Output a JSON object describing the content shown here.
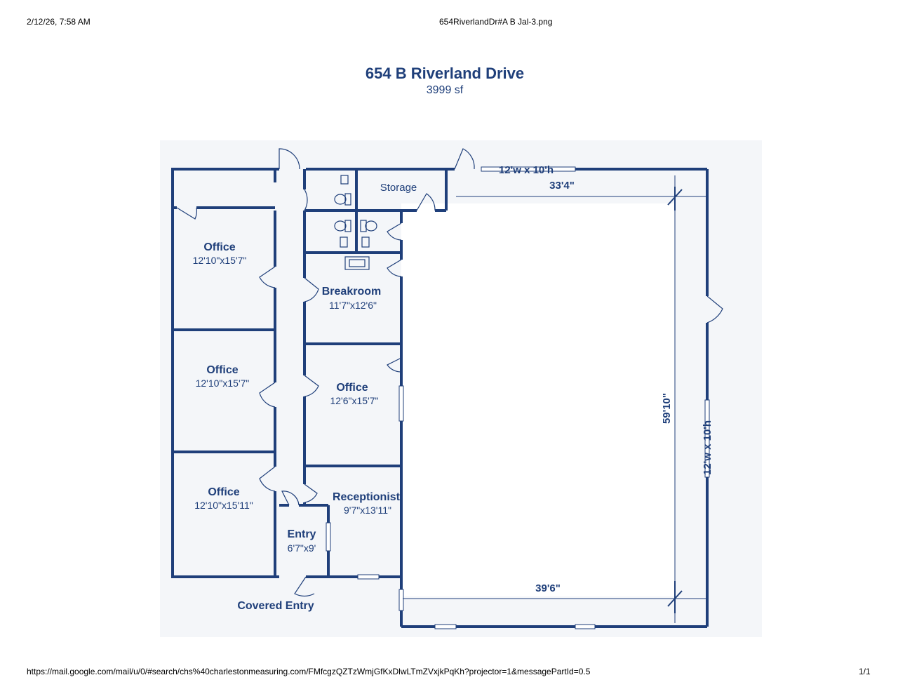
{
  "header": {
    "datetime": "2/12/26, 7:58 AM",
    "filename": "654RiverlandDr#A B Jal-3.png"
  },
  "footer": {
    "url": "https://mail.google.com/mail/u/0/#search/chs%40charlestonmeasuring.com/FMfcgzQZTzWmjGfKxDlwLTmZVxjkPqKh?projector=1&messagePartId=0.5",
    "page": "1/1"
  },
  "plan": {
    "title": "654 B Riverland Drive",
    "area": "3999 sf",
    "rooms": {
      "office1": {
        "name": "Office",
        "dim": "12'10\"x15'7\""
      },
      "office2": {
        "name": "Office",
        "dim": "12'10\"x15'7\""
      },
      "office3": {
        "name": "Office",
        "dim": "12'10\"x15'11\""
      },
      "storage": {
        "name": "Storage"
      },
      "breakroom": {
        "name": "Breakroom",
        "dim": "11'7\"x12'6\""
      },
      "office4": {
        "name": "Office",
        "dim": "12'6\"x15'7\""
      },
      "receptionist": {
        "name": "Receptionist",
        "dim": "9'7\"x13'11\""
      },
      "entry": {
        "name": "Entry",
        "dim": "6'7\"x9'"
      }
    },
    "covered_entry": "Covered Entry",
    "dimensions": {
      "top_door": "12'w x 10'h",
      "top_width": "33'4\"",
      "height": "59'10\"",
      "right_door": "12'w x 10'h",
      "bottom_width": "39'6\""
    }
  }
}
